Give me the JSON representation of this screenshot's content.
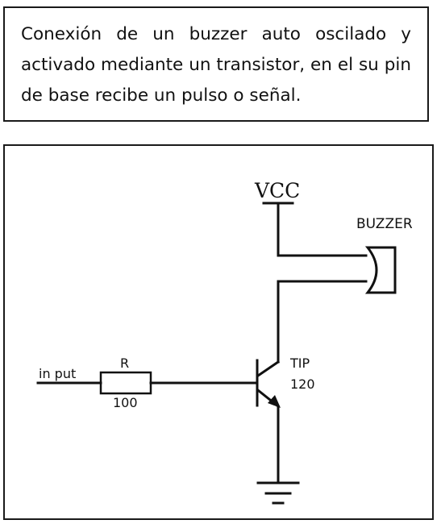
{
  "caption": {
    "text": "Conexión de un buzzer auto oscilado y activado mediante un transistor, en el su pin de base recibe un pulso o señal."
  },
  "diagram": {
    "vcc_label": "VCC",
    "buzzer_label": "BUZZER",
    "input_label": "in put",
    "resistor_name": "R",
    "resistor_value": "100",
    "transistor_line1": "TIP",
    "transistor_line2": "120"
  },
  "colors": {
    "ink": "#111111",
    "border": "#1a1a1a",
    "background": "#ffffff"
  }
}
